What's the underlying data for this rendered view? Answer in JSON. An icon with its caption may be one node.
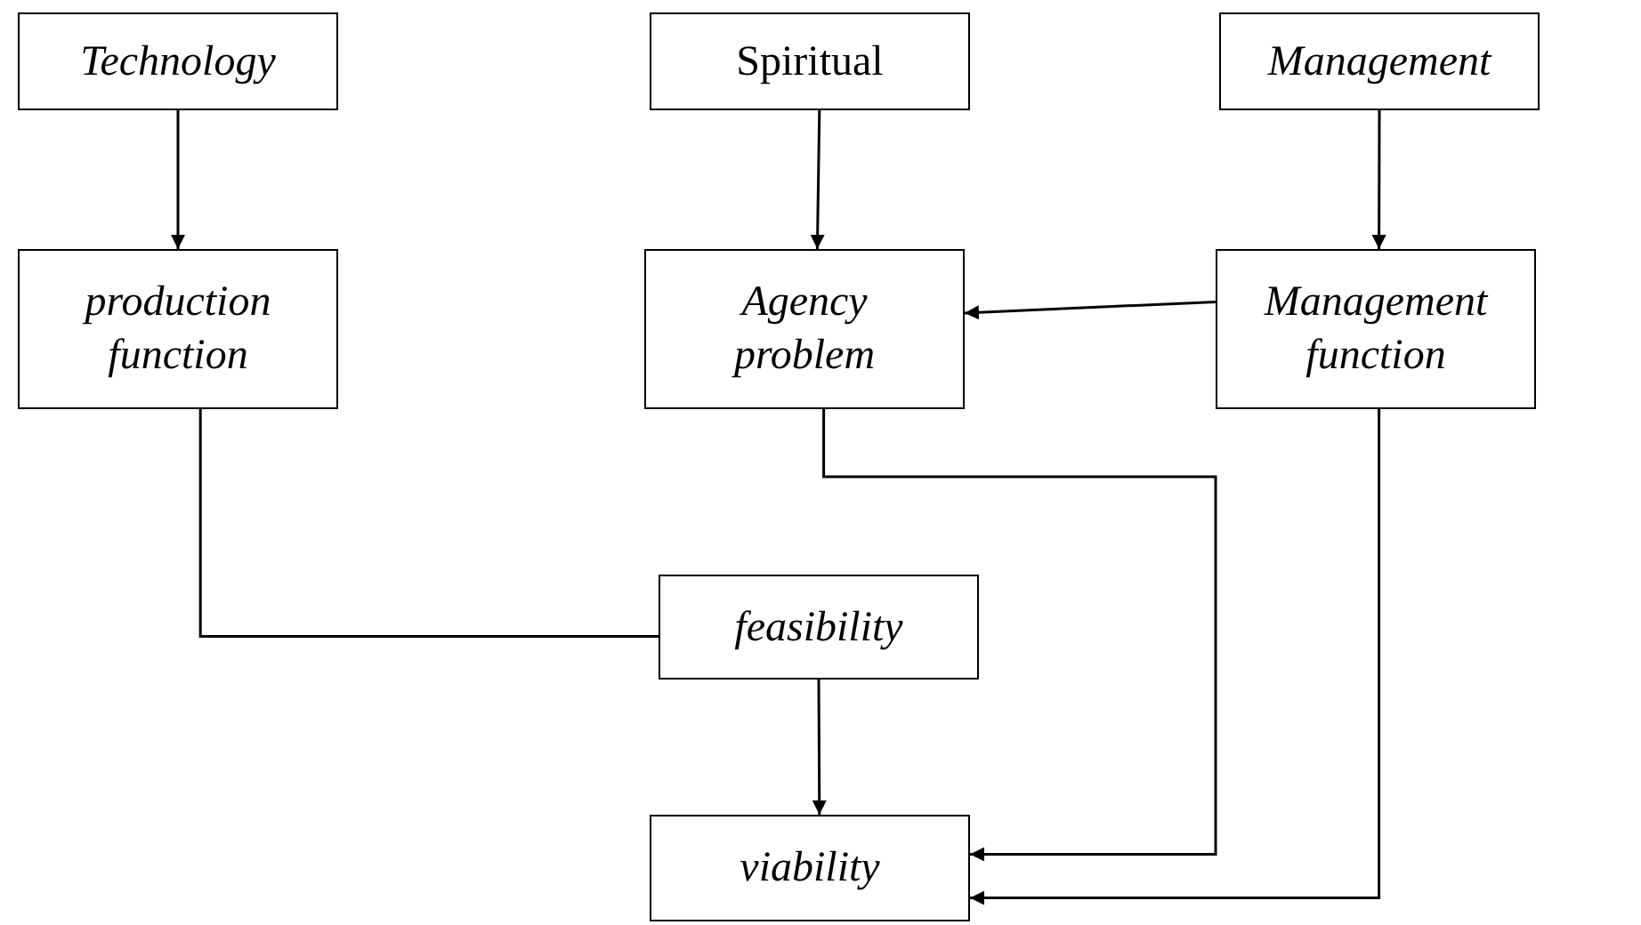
{
  "diagram": {
    "nodes": [
      {
        "text": [
          "Technology"
        ]
      },
      {
        "text": [
          "Spiritual"
        ]
      },
      {
        "text": [
          "Management"
        ]
      },
      {
        "text": [
          "production function"
        ]
      },
      {
        "text": [
          "Agency problem"
        ]
      },
      {
        "text": [
          "Management function"
        ]
      },
      {
        "text": [
          "feasibility"
        ]
      },
      {
        "text": [
          "viability"
        ]
      }
    ],
    "edges": [
      {
        "from": 0,
        "to": 3,
        "arrow": "to"
      },
      {
        "from": 1,
        "to": 4,
        "arrow": "to"
      },
      {
        "from": 2,
        "to": 5,
        "arrow": "to"
      },
      {
        "from": 5,
        "to": 4,
        "arrow": "to"
      },
      {
        "from": 3,
        "to": 6,
        "arrow": "none"
      },
      {
        "from": 6,
        "to": 7,
        "arrow": "to"
      },
      {
        "from": 4,
        "to": 7,
        "arrow": "to"
      },
      {
        "from": 5,
        "to": 7,
        "arrow": "to"
      }
    ]
  }
}
